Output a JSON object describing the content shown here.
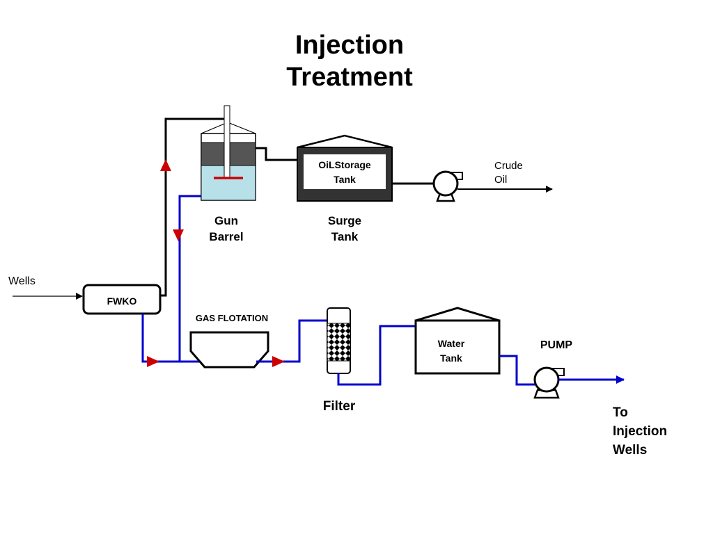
{
  "title": {
    "line1": "Injection",
    "line2": "Treatment"
  },
  "labels": {
    "wells": "Wells",
    "fwko": "FWKO",
    "gun_barrel_1": "Gun",
    "gun_barrel_2": "Barrel",
    "oil_storage_1": "OiLStorage",
    "oil_storage_2": "Tank",
    "surge_tank_1": "Surge",
    "surge_tank_2": "Tank",
    "crude_oil_1": "Crude",
    "crude_oil_2": "Oil",
    "gas_flotation": "GAS FLOTATION",
    "filter": "Filter",
    "water_tank_1": "Water",
    "water_tank_2": "Tank",
    "pump": "PUMP",
    "to_injection_1": "To",
    "to_injection_2": "Injection",
    "to_injection_3": "Wells"
  },
  "colors": {
    "water_line": "#0000cc",
    "oil_line": "#000000",
    "flow_arrow": "#cc0000",
    "oil_layer": "#555555",
    "water_layer": "#b8e0e8",
    "tank_shell": "#333333"
  }
}
